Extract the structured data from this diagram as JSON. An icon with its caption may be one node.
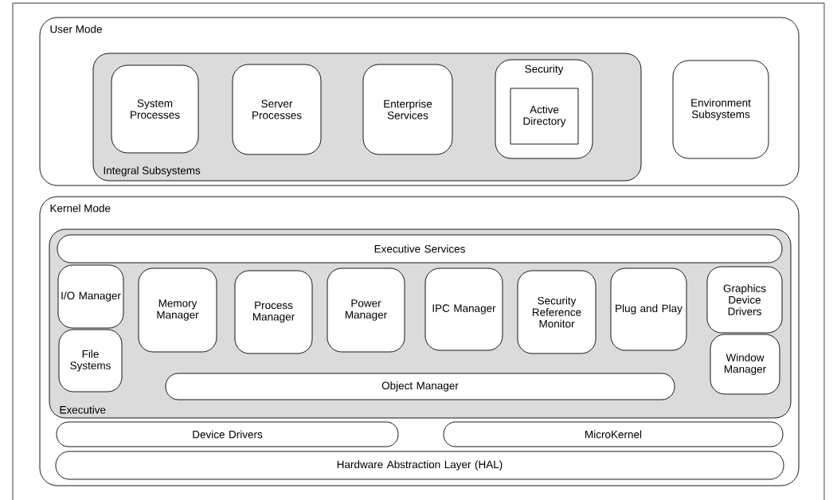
{
  "diagram": {
    "nodes": [
      {
        "text": [
          "User  Mode"
        ]
      },
      {
        "text": [
          "Integral Subsystems"
        ],
        "in": 0
      },
      {
        "text": [
          "System Processes"
        ],
        "in": 1
      },
      {
        "text": [
          "Server Processes"
        ],
        "in": 1
      },
      {
        "text": [
          "Enterprise Services"
        ],
        "in": 1
      },
      {
        "text": [
          "Security"
        ],
        "in": 1
      },
      {
        "text": [
          "Active Directory"
        ],
        "in": 5
      },
      {
        "text": [
          "Environment Subsystems"
        ],
        "in": 0
      },
      {
        "text": [
          "Kernel Mode"
        ]
      },
      {
        "text": [
          "Executive"
        ],
        "in": 8
      },
      {
        "text": [
          "Executive Services"
        ],
        "in": 9
      },
      {
        "text": [
          "I/O Manager"
        ],
        "in": 9
      },
      {
        "text": [
          "File Systems"
        ],
        "in": 9
      },
      {
        "text": [
          "Memory Manager"
        ],
        "in": 9
      },
      {
        "text": [
          "Process Manager"
        ],
        "in": 9
      },
      {
        "text": [
          "Power Manager"
        ],
        "in": 9
      },
      {
        "text": [
          "IPC Manager"
        ],
        "in": 9
      },
      {
        "text": [
          "Security Reference Monitor"
        ],
        "in": 9
      },
      {
        "text": [
          "Plug and Play"
        ],
        "in": 9
      },
      {
        "text": [
          "Graphics Device Drivers"
        ],
        "in": 9
      },
      {
        "text": [
          "Window Manager"
        ],
        "in": 9
      },
      {
        "text": [
          "Object Manager"
        ],
        "in": 9
      },
      {
        "text": [
          "Device Drivers"
        ],
        "in": 8
      },
      {
        "text": [
          "MicroKernel"
        ],
        "in": 8
      },
      {
        "text": [
          "Hardware Abstraction Layer (HAL)"
        ],
        "in": 8
      }
    ]
  }
}
